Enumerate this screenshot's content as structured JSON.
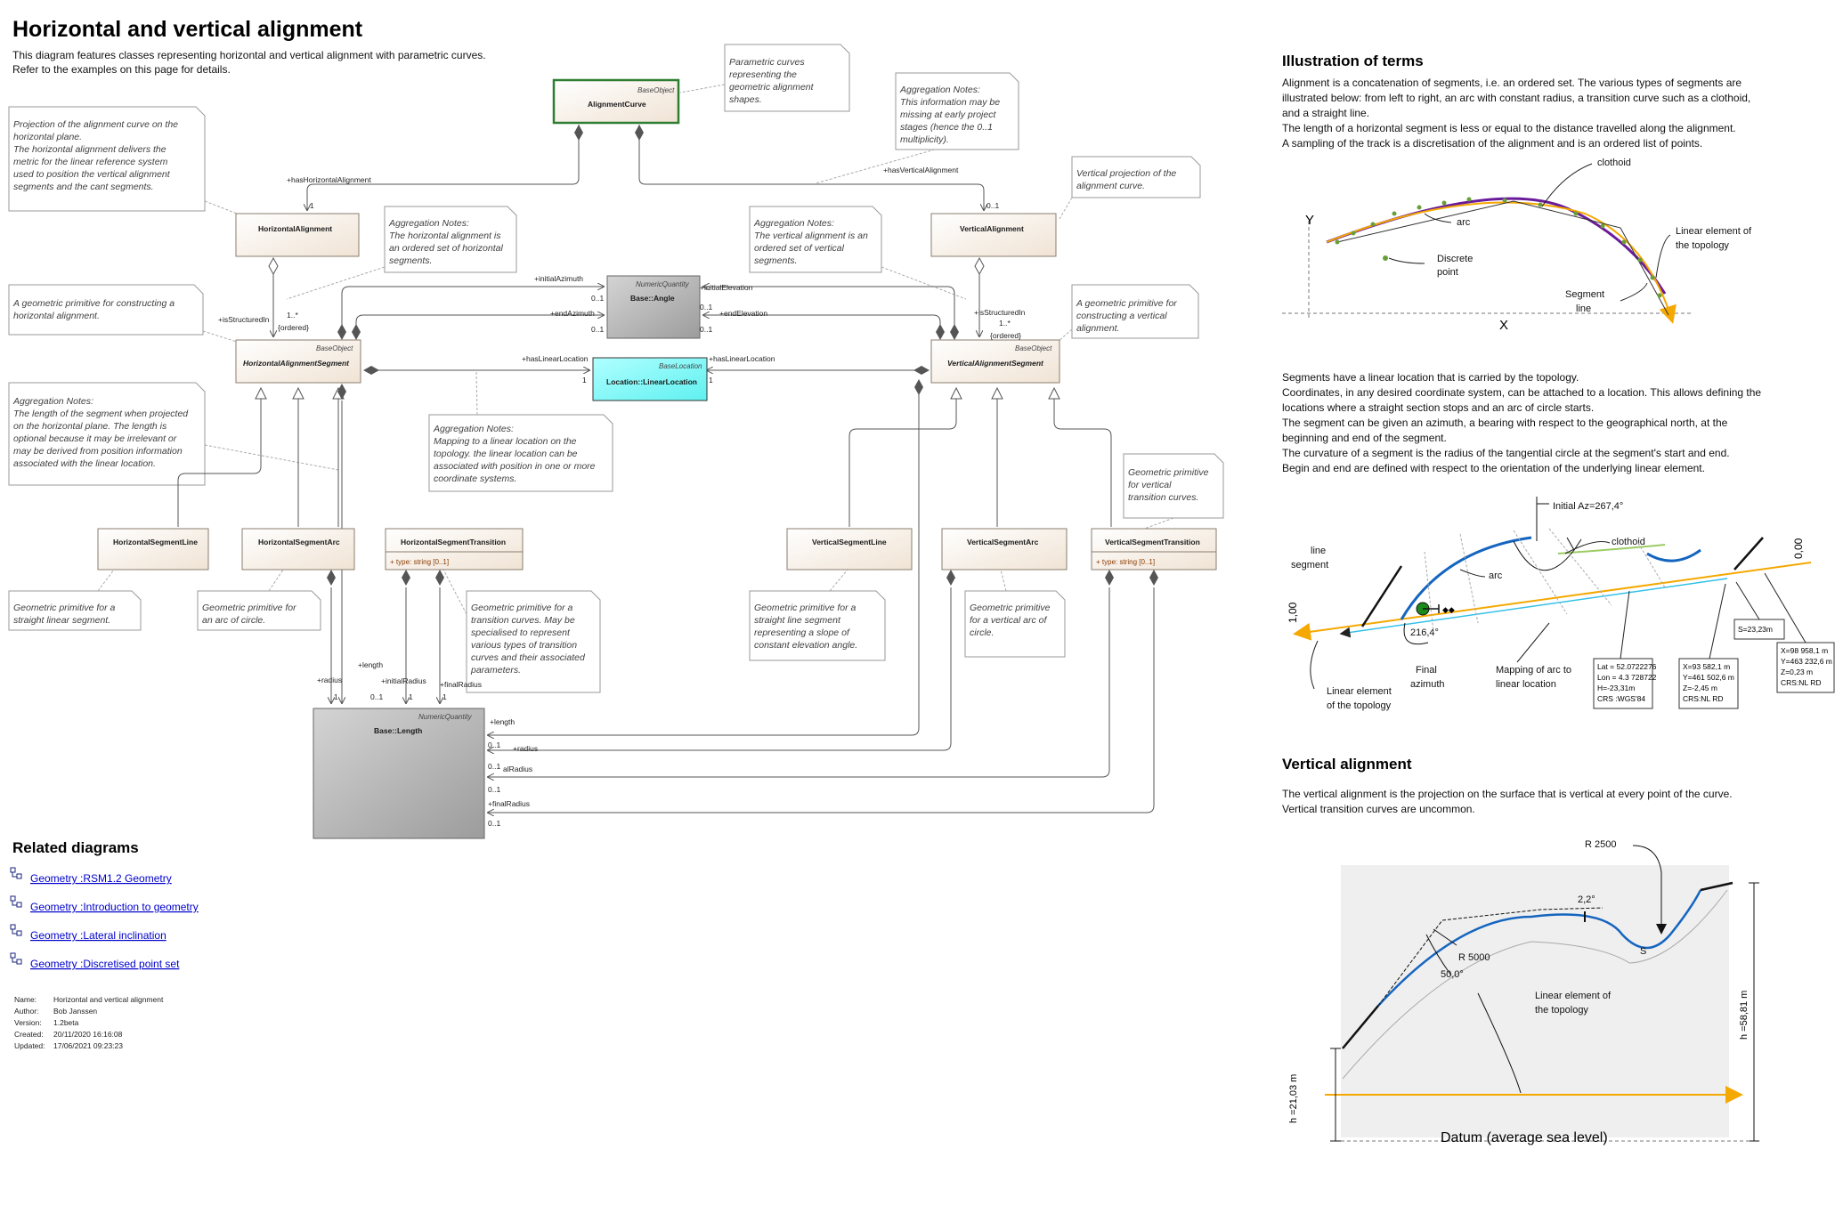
{
  "header": {
    "title": "Horizontal and vertical alignment",
    "desc": [
      "This diagram features classes representing horizontal and vertical alignment with parametric curves.",
      "Refer to the examples on this page for details."
    ]
  },
  "classes": {
    "alignment_curve": {
      "stereo": "BaseObject",
      "name": "AlignmentCurve"
    },
    "horizontal_alignment": {
      "name": "HorizontalAlignment"
    },
    "vertical_alignment": {
      "name": "VerticalAlignment"
    },
    "angle": {
      "stereo": "NumericQuantity",
      "name": "Base::Angle"
    },
    "linear_location": {
      "stereo": "BaseLocation",
      "name": "Location::LinearLocation"
    },
    "has_segment": {
      "stereo": "BaseObject",
      "name": "HorizontalAlignmentSegment"
    },
    "vas_segment": {
      "stereo": "BaseObject",
      "name": "VerticalAlignmentSegment"
    },
    "hs_line": {
      "name": "HorizontalSegmentLine"
    },
    "hs_arc": {
      "name": "HorizontalSegmentArc"
    },
    "hs_transition": {
      "name": "HorizontalSegmentTransition",
      "attr": "+   type: string [0..1]"
    },
    "vs_line": {
      "name": "VerticalSegmentLine"
    },
    "vs_arc": {
      "name": "VerticalSegmentArc"
    },
    "vs_transition": {
      "name": "VerticalSegmentTransition",
      "attr": "+   type: string [0..1]"
    },
    "length": {
      "stereo": "NumericQuantity",
      "name": "Base::Length"
    }
  },
  "notes": {
    "parametric": [
      "Parametric curves",
      "representing the",
      "geometric alignment",
      "shapes."
    ],
    "agg_va_top": [
      "Aggregation Notes:",
      "This information may be",
      "missing at early project",
      "stages (hence the 0..1",
      "multiplicity)."
    ],
    "projection": [
      "Projection of the alignment curve on the",
      "horizontal plane.",
      "The horizontal alignment delivers the",
      "metric for the linear reference system",
      "used to position the vertical alignment",
      "segments and the cant segments."
    ],
    "vert_proj": [
      "Vertical projection of the",
      "alignment curve."
    ],
    "agg_ha": [
      "Aggregation Notes:",
      "The horizontal alignment is",
      "an ordered set of horizontal",
      "segments."
    ],
    "agg_va": [
      "Aggregation Notes:",
      "The vertical alignment is an",
      "ordered set of vertical",
      "segments."
    ],
    "geo_h": [
      "A geometric primitive for constructing a",
      "horizontal alignment."
    ],
    "geo_v": [
      "A geometric primitive for",
      "constructing a vertical",
      "alignment."
    ],
    "agg_len": [
      "Aggregation Notes:",
      "The length of the segment when projected",
      "on the horizontal plane. The length is",
      "optional because it may be irrelevant or",
      "may be derived from position information",
      "associated with the linear location."
    ],
    "agg_map": [
      "Aggregation Notes:",
      "Mapping to a linear location on the",
      "topology. the linear location can be",
      "associated with position in one or more",
      "coordinate systems."
    ],
    "geo_vt": [
      "Geometric primitive",
      "for vertical",
      "transition curves."
    ],
    "geo_hl": [
      "Geometric primitive for a",
      "straight linear segment."
    ],
    "geo_ha": [
      "Geometric primitive for",
      "an arc of circle."
    ],
    "geo_ht": [
      "Geometric primitive for a",
      "transition curves. May be",
      "specialised to represent",
      "various types of transition",
      "curves and their associated",
      "parameters."
    ],
    "geo_vl": [
      "Geometric primitive for a",
      "straight line segment",
      "representing a slope of",
      "constant elevation angle."
    ],
    "geo_va": [
      "Geometric primitive",
      "for a vertical arc of",
      "circle."
    ]
  },
  "roles": {
    "has_horizontal": "+hasHorizontalAlignment",
    "has_vertical": "+hasVerticalAlignment",
    "one": "1",
    "zero_one": "0..1",
    "is_structured_in": "+isStructuredIn",
    "mult_many": "1..*",
    "ordered": "{ordered}",
    "initial_azimuth": "+initialAzimuth",
    "initial_elevation": "+initialElevation",
    "end_azimuth": "+endAzimuth",
    "end_elevation": "+endElevation",
    "has_linear_location": "+hasLinearLocation",
    "radius": "+radius",
    "length": "+length",
    "initial_radius": "+initialRadius",
    "final_radius": "+finalRadius",
    "al_radius": "alRadius"
  },
  "related": {
    "title": "Related diagrams",
    "links": [
      "Geometry :RSM1.2 Geometry",
      "Geometry :Introduction to geometry",
      "Geometry :Lateral inclination",
      "Geometry :Discretised point set"
    ]
  },
  "meta": {
    "labels": [
      "Name:",
      "Author:",
      "Version:",
      "Created:",
      "Updated:"
    ],
    "values": [
      "Horizontal and vertical alignment",
      "Bob Janssen",
      "1.2beta",
      "20/11/2020 16:16:08",
      "17/06/2021 09:23:23"
    ]
  },
  "illustration": {
    "title": "Illustration of terms",
    "para": [
      "Alignment is a concatenation of segments, i.e. an ordered set. The various types of segments are",
      "illustrated below: from left to right, an arc with constant radius, a transition curve such as a clothoid,",
      "and a straight line.",
      "The length of a horizontal segment is less or equal to the distance travelled along the alignment.",
      "A sampling of the track is a discretisation of the alignment and is an ordered list of points."
    ],
    "fig1": {
      "clothoid": "clothoid",
      "arc": "arc",
      "y": "Y",
      "x": "X",
      "linear1": "Linear element of",
      "linear2": "the topology",
      "discrete1": "Discrete",
      "discrete2": "point",
      "segment1": "Segment",
      "segment2": "line"
    },
    "para2": [
      "Segments have a linear location that is carried by the topology.",
      "Coordinates, in any desired coordinate system, can be attached to a location. This allows defining the",
      "locations where a straight section stops and an arc of circle starts.",
      "The segment can be given an azimuth, a bearing with respect to the geographical north, at the",
      "beginning and end of the segment.",
      "The curvature of a segment is the radius of the tangential circle at the segment's start and end.",
      "Begin and end are defined with respect to the orientation of the underlying linear element."
    ],
    "fig2": {
      "initial_az": "Initial Az=267,4°",
      "clothoid": "clothoid",
      "line1": "line",
      "line2": "segment",
      "arc": "arc",
      "val_000": "0,00",
      "val_100": "1,00",
      "angle": "216,4°",
      "final1": "Final",
      "final2": "azimuth",
      "map1": "Mapping of arc to",
      "map2": "linear location",
      "lin1": "Linear element",
      "lin2": "of the topology",
      "box1": [
        "Lat = 52.0722276",
        "Lon = 4.3 728722",
        "H=-23,31m",
        "CRS :WGS'84"
      ],
      "box2": [
        "X=93 582,1 m",
        "Y=461 502,6 m",
        "Z=-2,45 m",
        "CRS:NL RD"
      ],
      "box3": [
        "S=23,23m"
      ],
      "box4": [
        "X=98 958,1 m",
        "Y=463 232,6 m",
        "Z=0,23 m",
        "CRS:NL RD"
      ]
    }
  },
  "vertical": {
    "title": "Vertical alignment",
    "para": [
      "The vertical alignment is the projection on the surface that is vertical at every point of the curve.",
      "Vertical transition curves are uncommon."
    ],
    "fig": {
      "r2500": "R 2500",
      "slope": "2,2°",
      "r5000": "R 5000",
      "angle": "50,0°",
      "s": "S",
      "lin1": "Linear element of",
      "lin2": "the topology",
      "h1": "h =21,03 m",
      "h2": "h =58,81 m",
      "datum": "Datum (average sea level)"
    }
  },
  "colors": {
    "class_fill": "#f5ebe0",
    "angle_fill": "#a9a9a9",
    "location_fill": "#80ffff",
    "length_fill": "#a0a0a0",
    "curve_border": "#2e7d32",
    "arc_blue": "#1565c0",
    "orange": "#f5a800",
    "cyan": "#35c0e8",
    "purple": "#6a1b9a",
    "green_dot": "#689f38"
  }
}
